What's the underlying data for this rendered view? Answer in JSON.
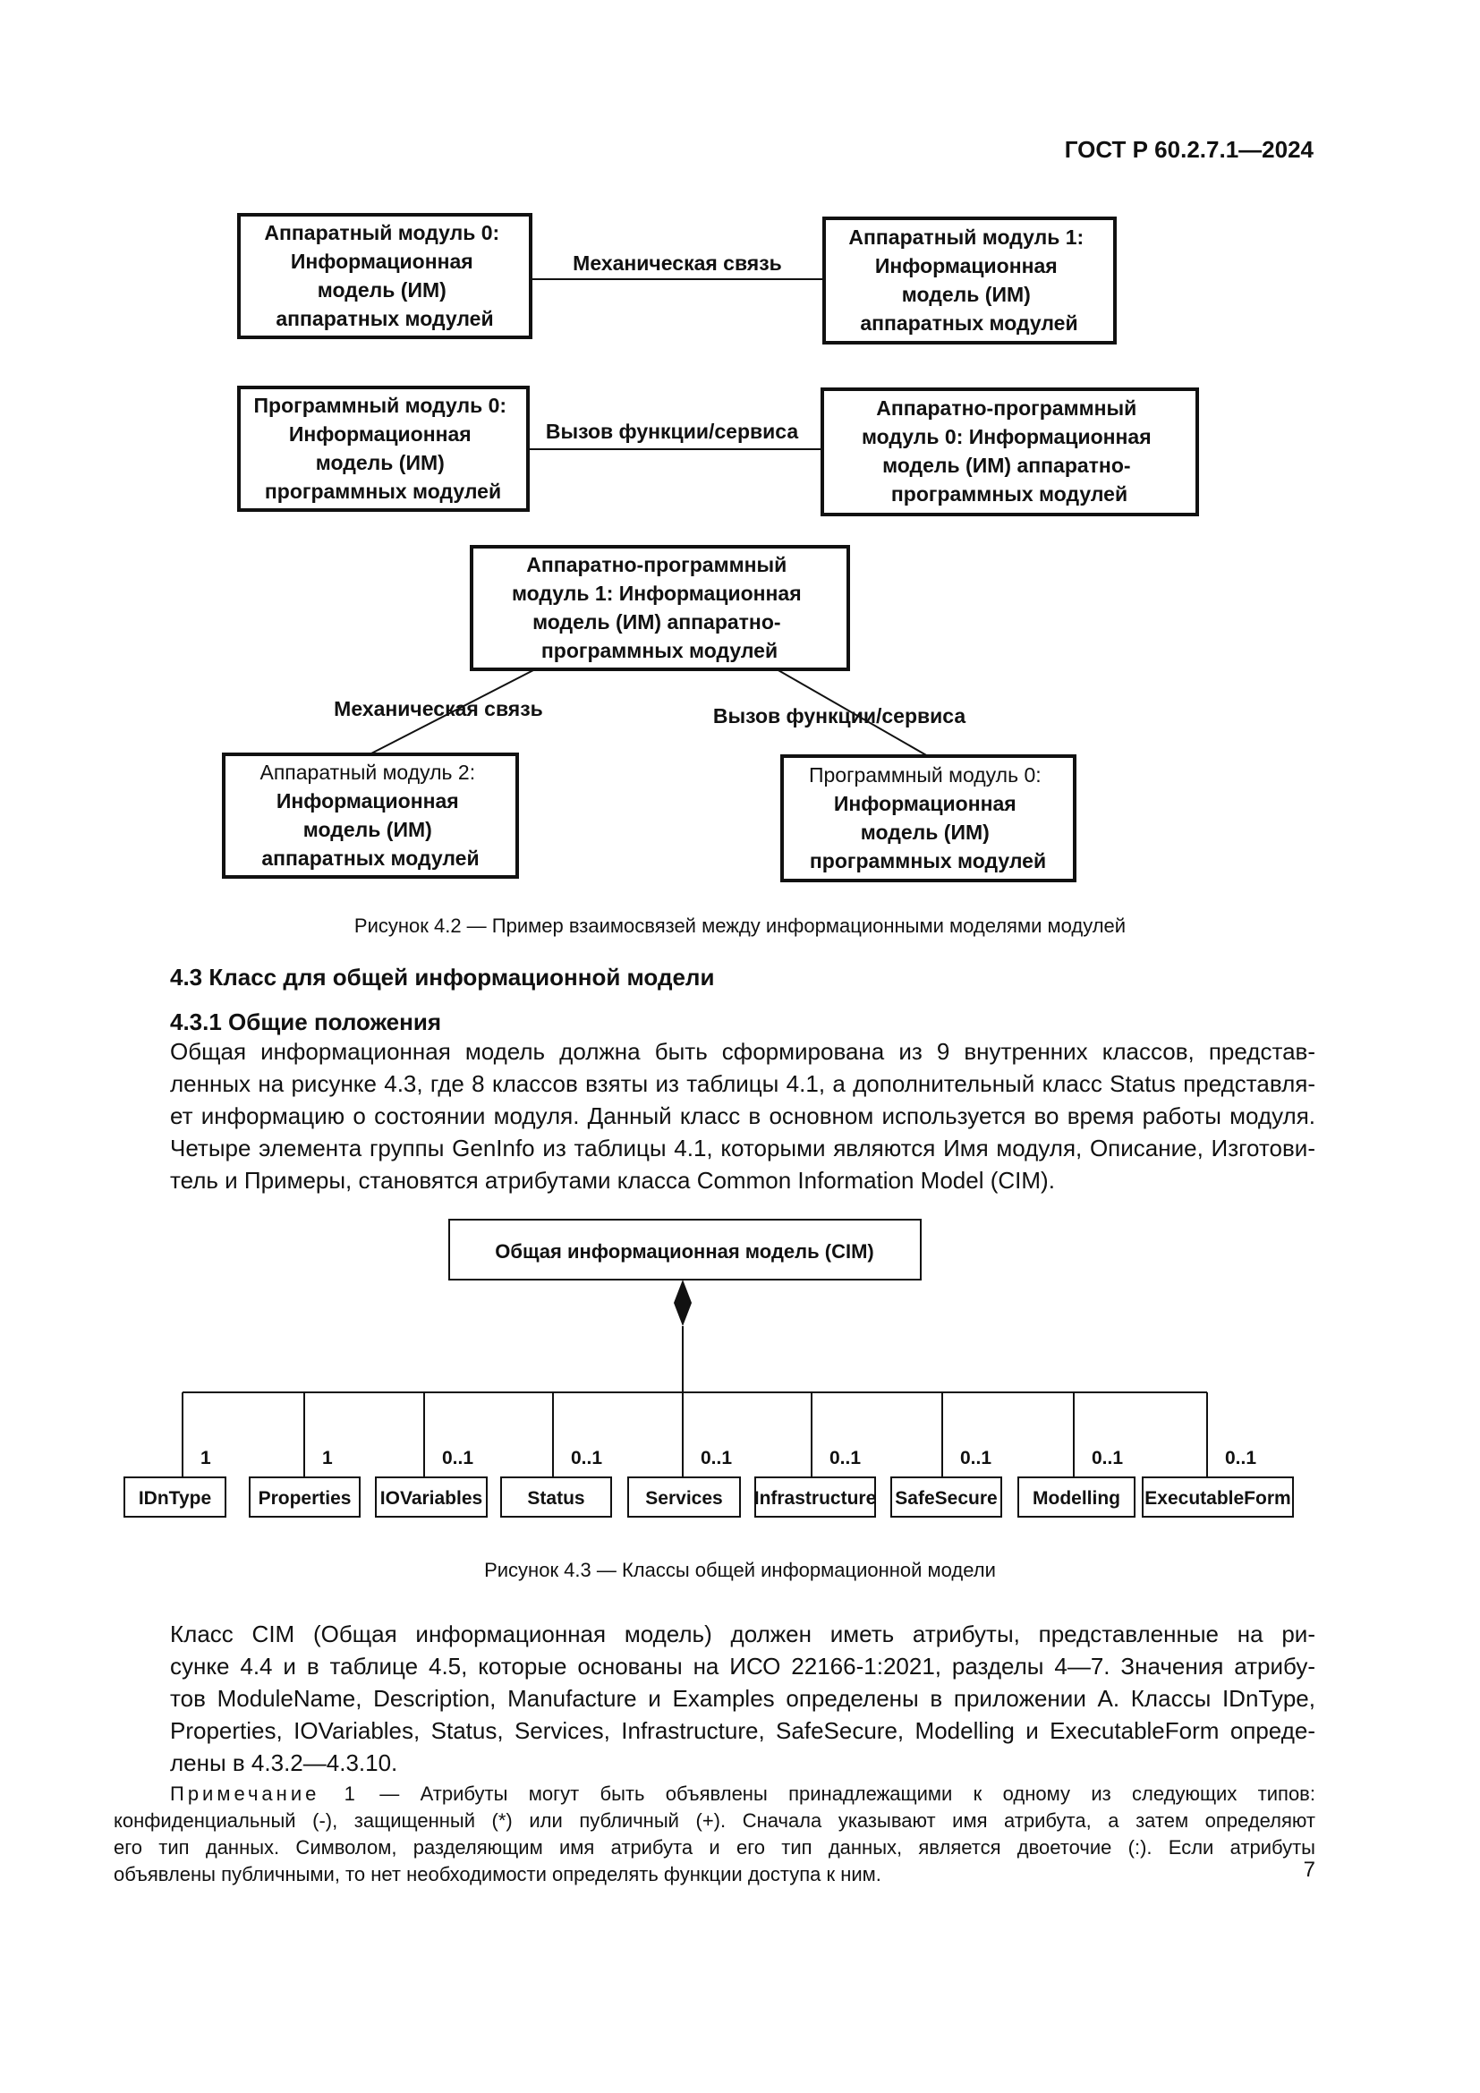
{
  "header": {
    "doc_id": "ГОСТ Р 60.2.7.1—2024"
  },
  "figure_4_2": {
    "hw0": [
      "Аппаратный модуль 0:",
      "Информационная",
      "модель (ИМ)",
      "аппаратных модулей"
    ],
    "hw1": [
      "Аппаратный модуль 1:",
      "Информационная",
      "модель (ИМ)",
      "аппаратных модулей"
    ],
    "sw0_top": [
      "Программный модуль 0:",
      "Информационная",
      "модель (ИМ)",
      "программных модулей"
    ],
    "hwsw0": [
      "Аппаратно-программный",
      "модуль 0: Информационная",
      "модель (ИМ) аппаратно-",
      "программных модулей"
    ],
    "hwsw1": [
      "Аппаратно-программный",
      "модуль 1: Информационная",
      "модель (ИМ) аппаратно-",
      "программных модулей"
    ],
    "hw2": [
      "Аппаратный модуль 2:",
      "Информационная",
      "модель (ИМ)",
      "аппаратных модулей"
    ],
    "sw0_bottom": [
      "Программный модуль 0:",
      "Информационная",
      "модель (ИМ)",
      "программных модулей"
    ],
    "link_mech": "Механическая связь",
    "link_call": "Вызов функции/сервиса",
    "caption": "Рисунок 4.2 — Пример взаимосвязей между информационными моделями модулей"
  },
  "section": {
    "heading": "4.3 Класс для общей информационной модели",
    "subheading": "4.3.1 Общие положения",
    "para1": [
      "Общая информационная модель должна быть сформирована из 9 внутренних классов, представ-",
      "ленных на рисунке 4.3, где 8 классов взяты из таблицы 4.1, а дополнительный класс Status представля-",
      "ет информацию о состоянии модуля. Данный класс в основном используется во время работы модуля.",
      "Четыре элемента группы GenInfo из таблицы 4.1, которыми являются Имя модуля, Описание, Изготови-",
      "тель и Примеры, становятся атрибутами класса Common Information Model (CIM)."
    ]
  },
  "figure_4_3": {
    "root": "Общая информационная модель (CIM)",
    "classes": [
      {
        "name": "IDnType",
        "mult": "1"
      },
      {
        "name": "Properties",
        "mult": "1"
      },
      {
        "name": "IOVariables",
        "mult": "0..1"
      },
      {
        "name": "Status",
        "mult": "0..1"
      },
      {
        "name": "Services",
        "mult": "0..1"
      },
      {
        "name": "Infrastructure",
        "mult": "0..1"
      },
      {
        "name": "SafeSecure",
        "mult": "0..1"
      },
      {
        "name": "Modelling",
        "mult": "0..1"
      },
      {
        "name": "ExecutableForm",
        "mult": "0..1"
      }
    ],
    "caption": "Рисунок 4.3 — Классы общей информационной модели"
  },
  "para2": [
    "Класс CIM (Общая информационная модель) должен иметь атрибуты, представленные на ри-",
    "сунке 4.4 и в таблице 4.5, которые основаны на ИСО 22166-1:2021, разделы 4—7. Значения атрибу-",
    "тов ModuleName, Description, Manufacture и Examples определены в приложении А. Классы IDnType,",
    "Properties, IOVariables, Status, Services, Infrastructure, SafeSecure, Modelling и ExecutableForm опреде-",
    "лены в 4.3.2—4.3.10."
  ],
  "note": {
    "label": "Примечание 1",
    "lines": [
      "— Атрибуты могут быть объявлены принадлежащими к одному из следующих типов:",
      "конфиденциальный (-), защищенный (*) или публичный (+). Сначала указывают имя атрибута, а затем определяют",
      "его тип данных. Символом, разделяющим имя атрибута и его тип данных, является двоеточие (:). Если атрибуты",
      "объявлены публичными, то нет необходимости определять функции доступа к ним."
    ]
  },
  "page_number": "7"
}
